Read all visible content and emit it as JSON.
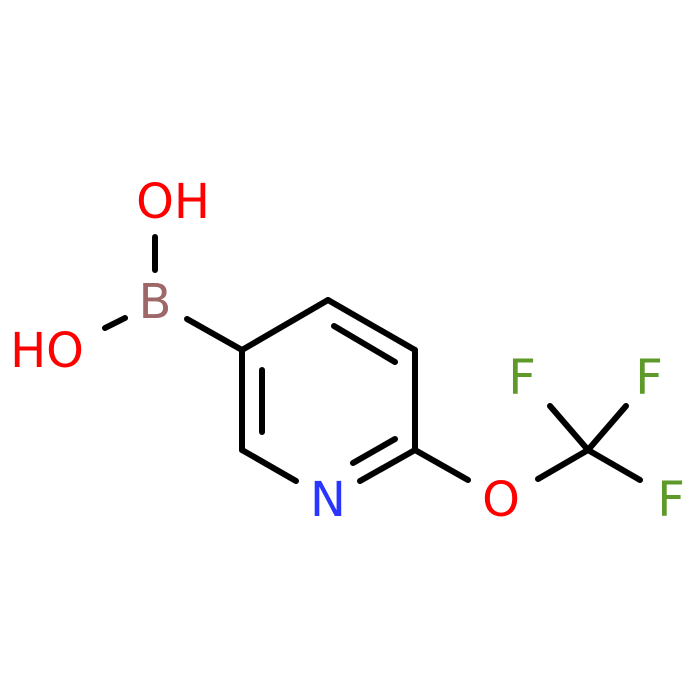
{
  "colors": {
    "bond": "#000000",
    "oxygen": "#ff0000",
    "boron": "#9e6868",
    "nitrogen": "#2a35ff",
    "fluorine": "#5e9a2a",
    "background": "#ffffff"
  },
  "atoms": {
    "oh_top": "OH",
    "ho_left": "HO",
    "boron": "B",
    "nitrogen": "N",
    "oxygen": "O",
    "fluorine_1": "F",
    "fluorine_2": "F",
    "fluorine_3": "F"
  }
}
